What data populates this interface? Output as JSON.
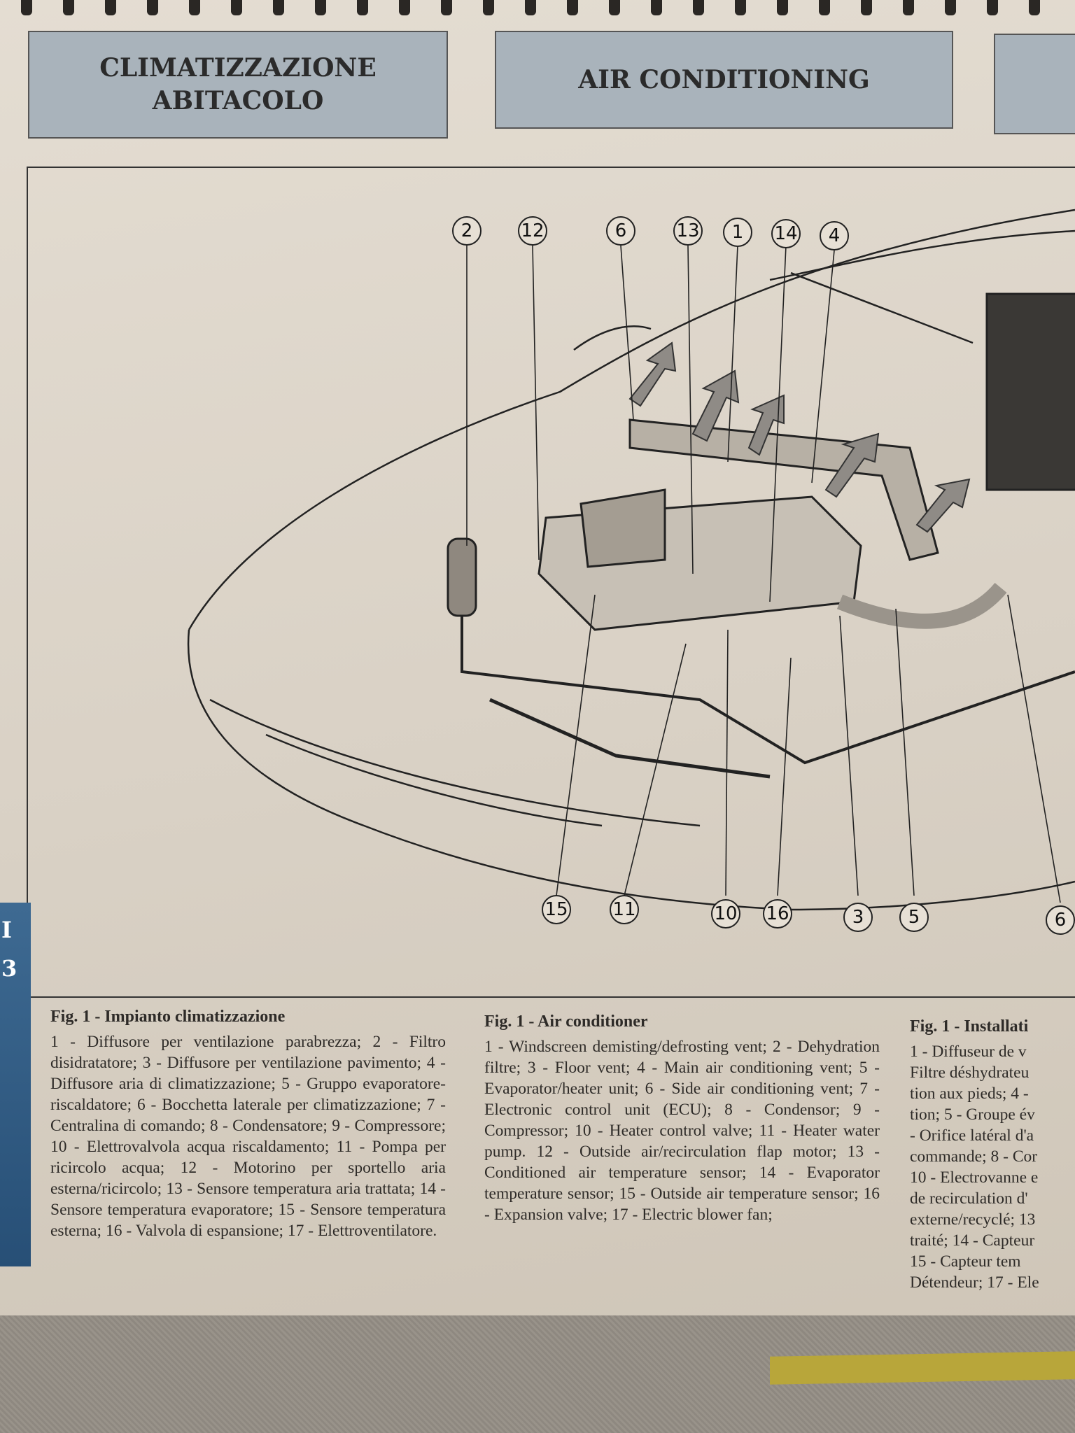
{
  "headers": {
    "italian": "CLIMATIZZAZIONE ABITACOLO",
    "english": "AIR CONDITIONING"
  },
  "side_tab": {
    "line1": "I",
    "line2": "3"
  },
  "diagram": {
    "callouts_top": [
      "2",
      "12",
      "6",
      "13",
      "1",
      "14",
      "4"
    ],
    "callouts_bottom": [
      "15",
      "11",
      "10",
      "16",
      "3",
      "5",
      "6"
    ]
  },
  "captions": {
    "italian": {
      "title": "Fig. 1 - Impianto climatizzazione",
      "text": "1 - Diffusore per ventilazione parabrezza; 2 - Filtro disidratatore; 3 - Diffusore per ventilazione pavimento; 4 - Diffusore aria di climatizzazione; 5 - Gruppo evaporatore-riscaldatore; 6 - Bocchetta laterale per climatizzazione; 7 - Centralina di comando; 8 - Condensatore; 9 - Compressore; 10 - Elettrovalvola acqua riscaldamento; 11 - Pompa per ricircolo acqua; 12 - Motorino per sportello aria esterna/ricircolo; 13 - Sensore temperatura aria trattata; 14 - Sensore temperatura evaporatore; 15 - Sensore temperatura esterna; 16 - Valvola di espansione; 17 - Elettroventilatore."
    },
    "english": {
      "title": "Fig. 1 - Air conditioner",
      "text": "1 - Windscreen demisting/defrosting vent; 2 - Dehydration filtre; 3 - Floor vent; 4 - Main air conditioning vent; 5 - Evaporator/heater unit; 6 - Side air conditioning vent; 7 - Electronic control unit (ECU); 8 - Condensor; 9 - Compressor; 10 - Heater control valve; 11 - Heater water pump. 12 - Outside air/recirculation flap motor; 13 - Conditioned air temperature sensor; 14 - Evaporator temperature sensor; 15 - Outside air temperature sensor; 16 - Expansion valve; 17 - Electric blower fan;"
    },
    "french": {
      "title": "Fig. 1 - Installati",
      "lines": [
        "1 - Diffuseur de v",
        "Filtre déshydrateu",
        "tion aux pieds; 4 -",
        "tion; 5 - Groupe év",
        "- Orifice latéral d'a",
        "commande; 8 - Cor",
        "10 - Electrovanne e",
        "de recirculation d'",
        "externe/recyclé; 13",
        "traité; 14 - Capteur",
        "15 - Capteur tem",
        "Détendeur; 17 - Ele"
      ]
    }
  }
}
